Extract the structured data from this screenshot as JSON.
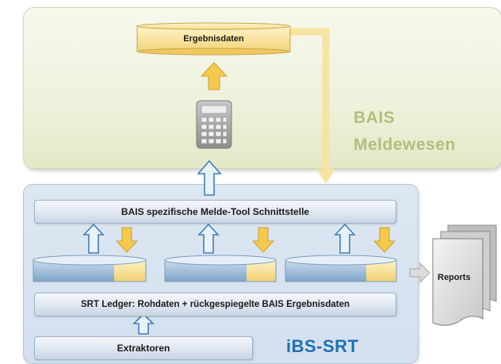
{
  "top_panel": {
    "result_db_label": "Ergebnisdaten",
    "title_line1": "BAIS",
    "title_line2": "Meldewesen"
  },
  "bottom_panel": {
    "interface_label": "BAIS spezifische Melde-Tool Schnittstelle",
    "ledger_label": "SRT Ledger: Rohdaten + rückgespiegelte BAIS Ergebnisdaten",
    "extractors_label": "Extraktoren",
    "brand": "iBS-SRT"
  },
  "reports_label": "Reports",
  "colors": {
    "top_panel": "#eef2dc",
    "bottom_panel": "#d7e3ef",
    "arrow_yellow": "#f6c94c",
    "arrow_blue_outline": "#3f7fbd",
    "title_text": "#b5bd7a",
    "brand_text": "#1f70b8"
  },
  "icons": [
    "calculator-icon",
    "database-icon",
    "reports-stack-icon",
    "arrow-up-icon",
    "arrow-down-icon",
    "arrow-right-icon"
  ]
}
